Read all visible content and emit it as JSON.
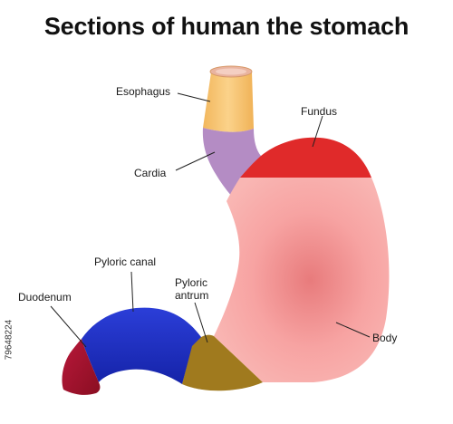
{
  "title": "Sections of human the stomach",
  "labels": {
    "esophagus": "Esophagus",
    "fundus": "Fundus",
    "cardia": "Cardia",
    "pyloric_canal": "Pyloric canal",
    "pyloric_antrum_line1": "Pyloric",
    "pyloric_antrum_line2": "antrum",
    "duodenum": "Duodenum",
    "body": "Body"
  },
  "stock_id": "79648224",
  "colors": {
    "esophagus": "#f6c36d",
    "cardia": "#b48cc4",
    "fundus": "#e02a2a",
    "body": "#f59a99",
    "pyloric_antrum": "#a07a1e",
    "pyloric_canal": "#1f2fc4",
    "duodenum": "#a8122a",
    "leader": "#222222"
  }
}
